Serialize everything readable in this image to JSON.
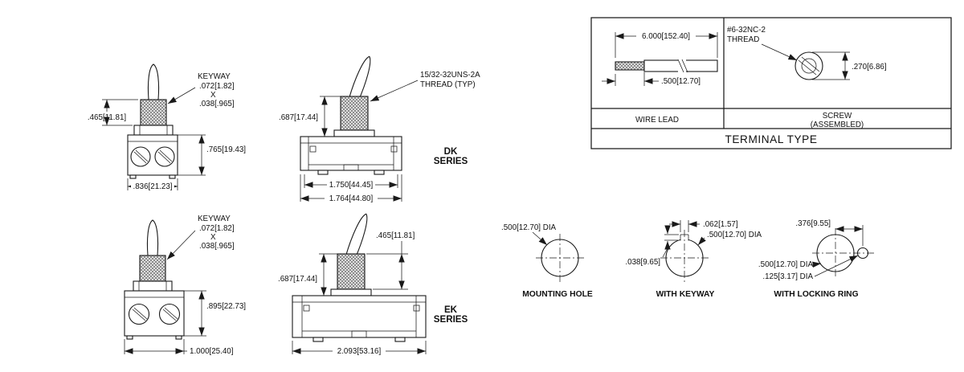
{
  "colors": {
    "ink": "#1a1a1a",
    "paper": "#ffffff"
  },
  "dk_front": {
    "dim_bushing_height": ".465[11.81]",
    "keyway_label": "KEYWAY",
    "keyway_width": ".072[1.82]",
    "keyway_x": "X",
    "keyway_depth": ".038[.965]",
    "dim_body_height": ".765[19.43]",
    "dim_body_width": ".836[21.23]"
  },
  "dk_side": {
    "dim_bushing_height": ".687[17.44]",
    "thread_callout_line1": "15/32-32UNS-2A",
    "thread_callout_line2": "THREAD (TYP)",
    "dim_mount_width": "1.750[44.45]",
    "dim_overall_width": "1.764[44.80]",
    "series_line1": "DK",
    "series_line2": "SERIES"
  },
  "ek_front": {
    "keyway_label": "KEYWAY",
    "keyway_width": ".072[1.82]",
    "keyway_x": "X",
    "keyway_depth": ".038[.965]",
    "dim_body_height": ".895[22.73]",
    "dim_body_width": "1.000[25.40]"
  },
  "ek_side": {
    "dim_bushing_height": ".687[17.44]",
    "dim_bushing_exposed": ".465[11.81]",
    "dim_overall_width": "2.093[53.16]",
    "series_line1": "EK",
    "series_line2": "SERIES"
  },
  "terminal_table": {
    "title": "TERMINAL TYPE",
    "wire_lead_label": "WIRE LEAD",
    "wire_length": "6.000[152.40]",
    "wire_strip_length": ".500[12.70]",
    "screw_label_line1": "SCREW",
    "screw_label_line2": "(ASSEMBLED)",
    "screw_thread_line1": "#6-32NC-2",
    "screw_thread_line2": "THREAD",
    "screw_head_dia": ".270[6.86]"
  },
  "mounting_holes": {
    "plain_dia": ".500[12.70] DIA",
    "plain_label": "MOUNTING HOLE",
    "keyway_width": ".062[1.57]",
    "keyway_dia": ".500[12.70] DIA",
    "keyway_depth": ".038[9.65]",
    "keyway_label": "WITH KEYWAY",
    "locking_offset": ".376[9.55]",
    "locking_dia": ".500[12.70] DIA",
    "locking_ring_dia": ".125[3.17] DIA",
    "locking_label": "WITH LOCKING RING"
  }
}
